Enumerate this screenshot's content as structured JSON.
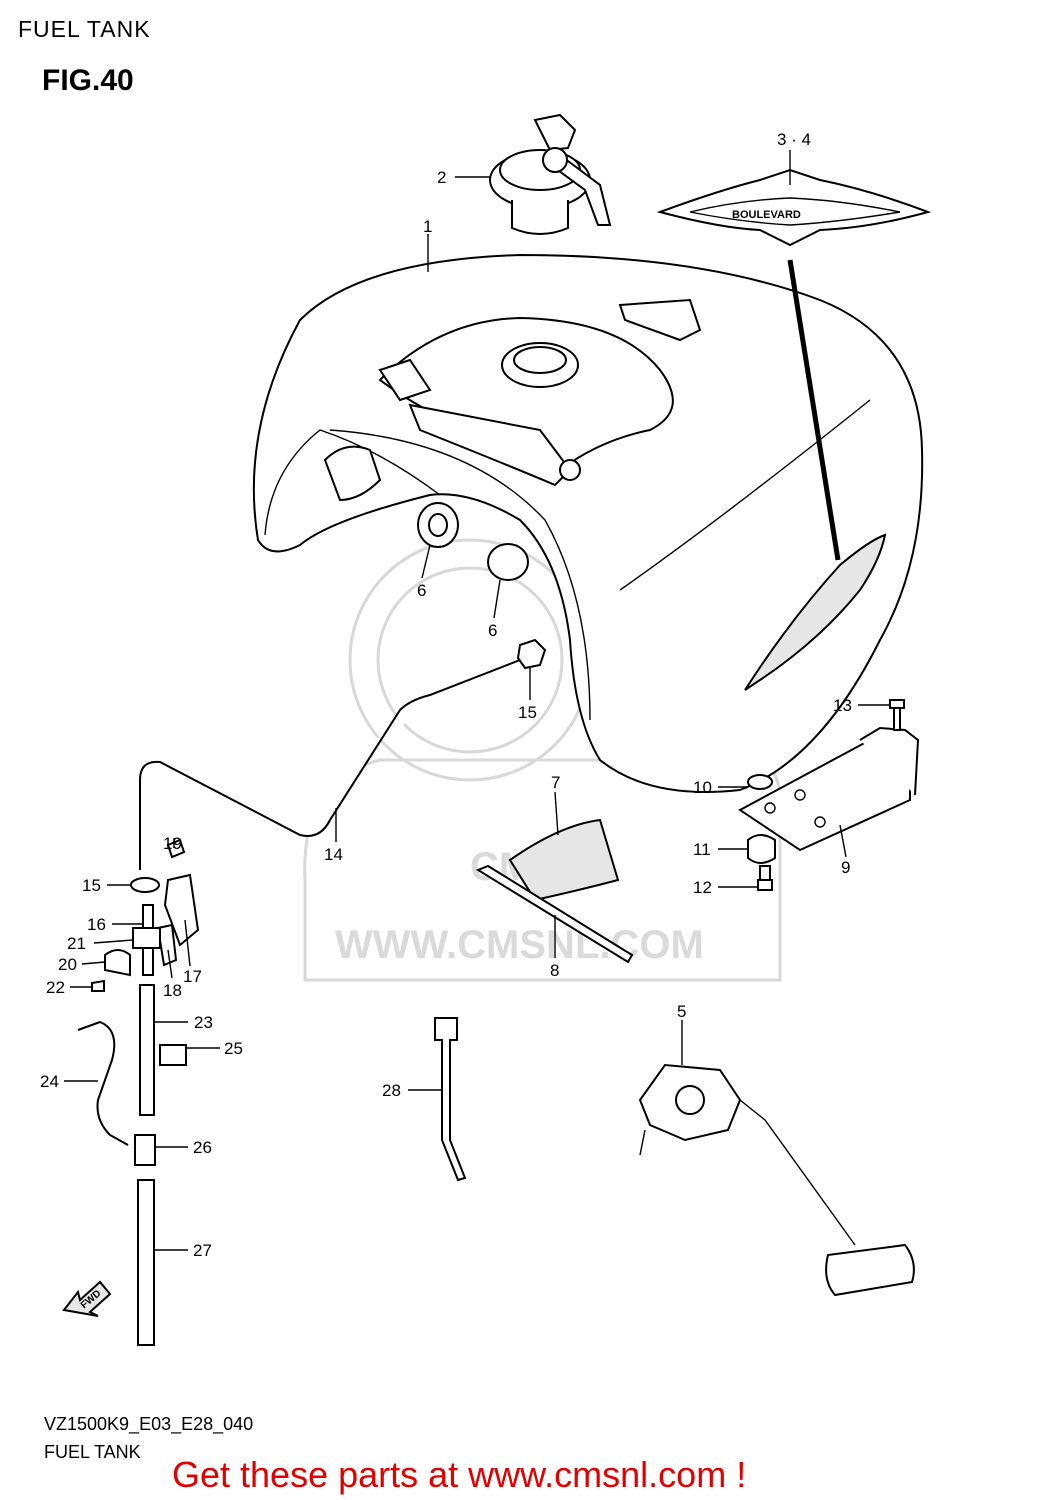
{
  "header": {
    "section_title": "FUEL TANK",
    "figure_label": "FIG.40"
  },
  "watermark": {
    "logo_text": "CMS",
    "url_text": "WWW.CMSNL.COM"
  },
  "emblem_text": "BOULEVARD",
  "forward_arrow_text": "FWD",
  "callouts": {
    "c1": "1",
    "c2": "2",
    "c34": "3 · 4",
    "c5": "5",
    "c6a": "6",
    "c6b": "6",
    "c7": "7",
    "c8": "8",
    "c9": "9",
    "c10": "10",
    "c11": "11",
    "c12": "12",
    "c13": "13",
    "c14": "14",
    "c15a": "15",
    "c15b": "15",
    "c16": "16",
    "c17": "17",
    "c18": "18",
    "c19": "19",
    "c20": "20",
    "c21": "21",
    "c22": "22",
    "c23": "23",
    "c24": "24",
    "c25": "25",
    "c26": "26",
    "c27": "27",
    "c28": "28"
  },
  "footer": {
    "model_code": "VZ1500K9_E03_E28_040",
    "section_title": "FUEL TANK",
    "call_to_action": "Get these parts at www.cmsnl.com !",
    "accent_color": "#e00000"
  }
}
